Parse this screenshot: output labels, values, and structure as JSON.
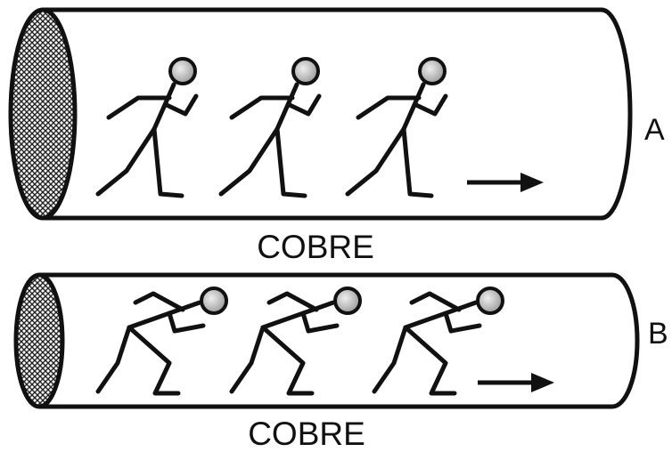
{
  "diagram": {
    "tubes": [
      {
        "id": "A",
        "material_label": "COBRE",
        "side_label": "A",
        "figure_count": 3,
        "posture": "upright"
      },
      {
        "id": "B",
        "material_label": "COBRE",
        "side_label": "B",
        "figure_count": 3,
        "posture": "crouched"
      }
    ],
    "arrow_direction": "right",
    "colors": {
      "line": "#111111",
      "background": "#ffffff",
      "head_fill": "#cfcfcf",
      "end_cap_fill": "#9a9a9a"
    }
  }
}
